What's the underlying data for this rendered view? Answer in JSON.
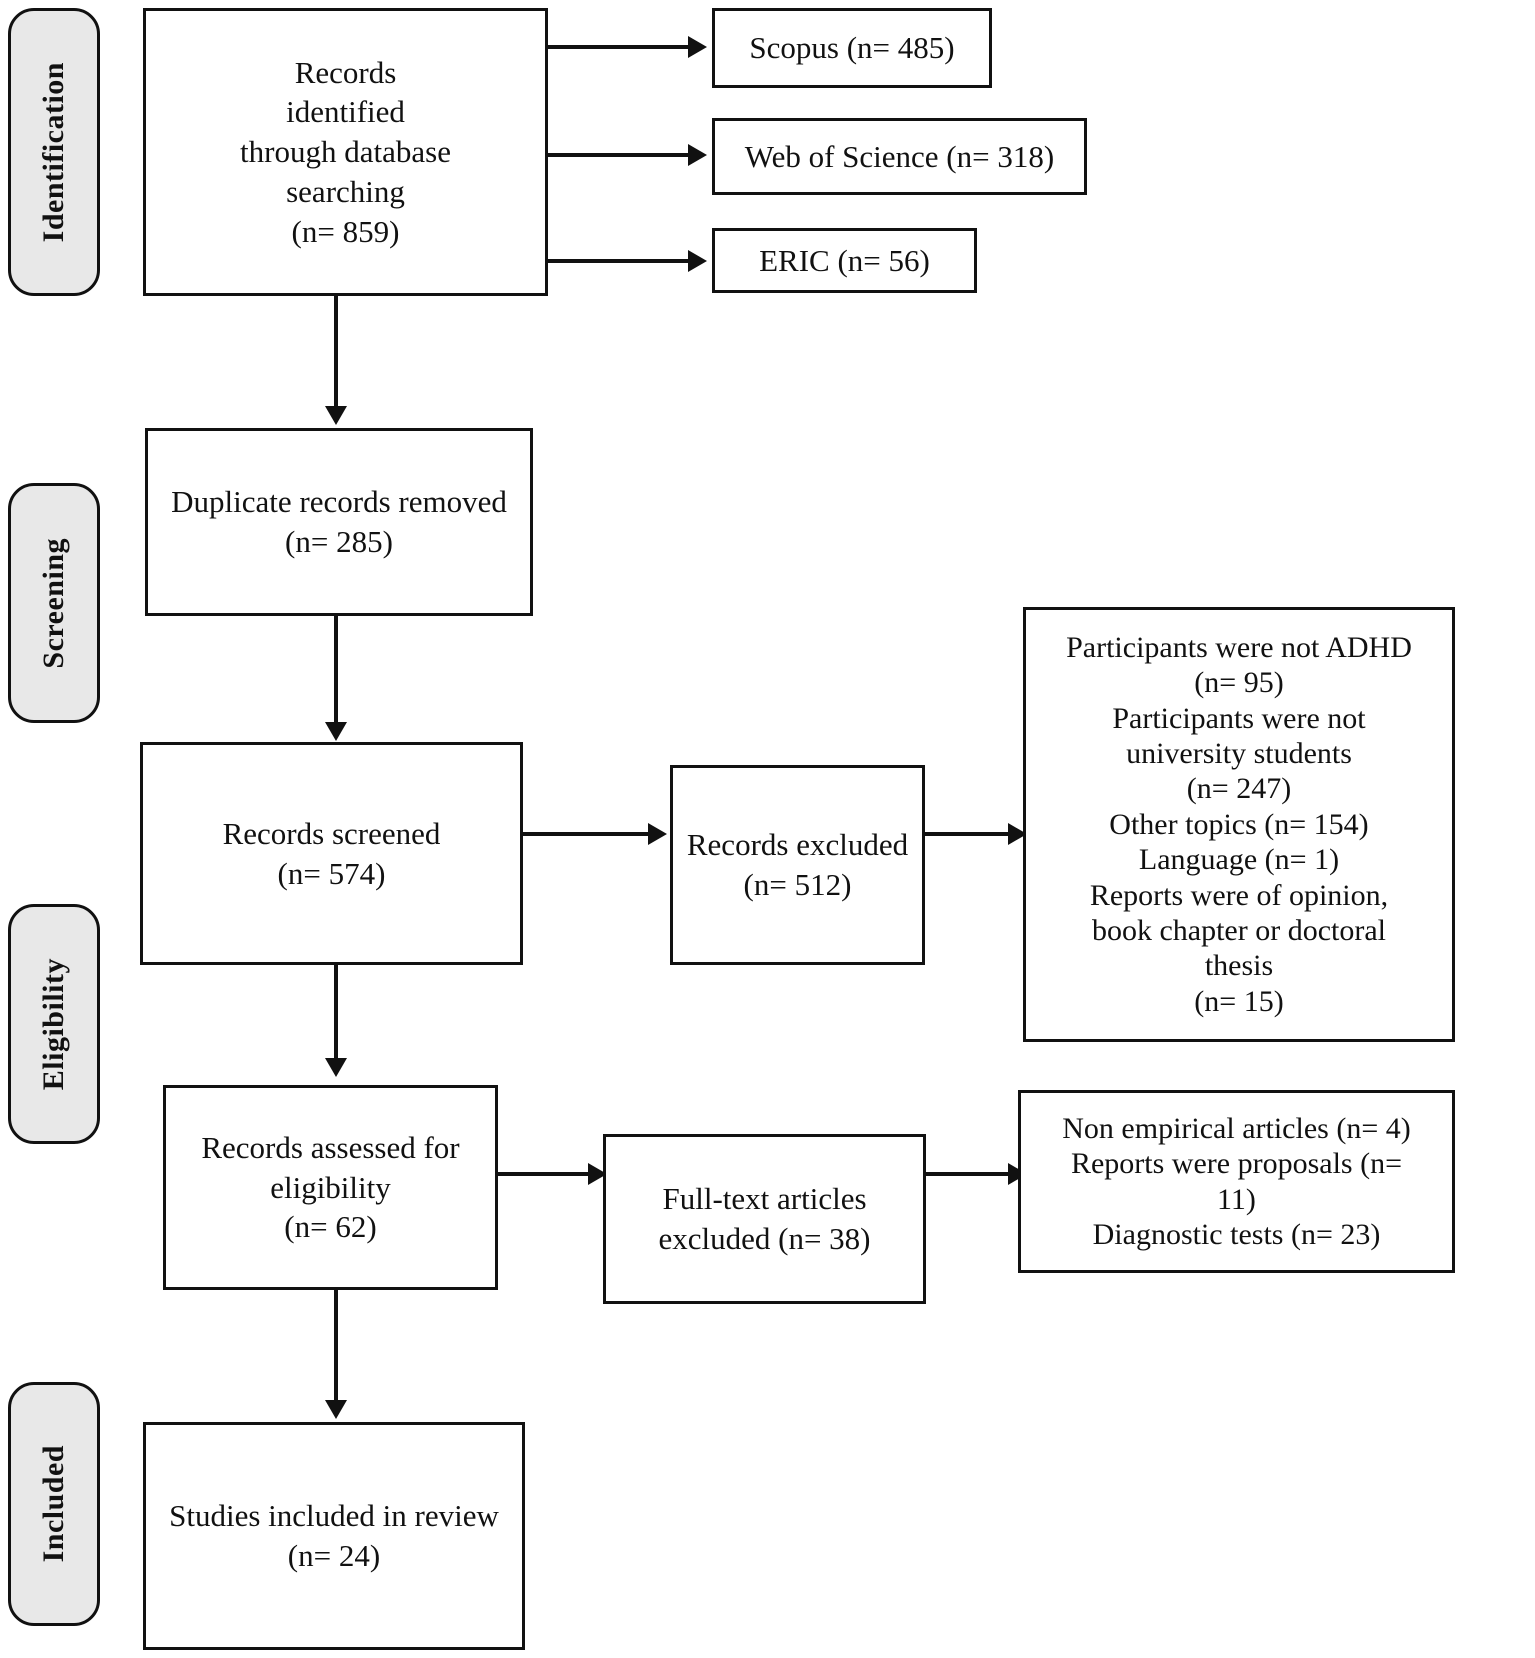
{
  "diagram": {
    "title": "PRISMA flow diagram",
    "type": "prisma-flow",
    "accent_color": "#111111",
    "pill_fill": "#e8e8e8",
    "box_fill": "#ffffff"
  },
  "phases": [
    {
      "id": "identification",
      "label": "Identification"
    },
    {
      "id": "screening",
      "label": "Screening"
    },
    {
      "id": "eligibility",
      "label": "Eligibility"
    },
    {
      "id": "included",
      "label": "Included"
    }
  ],
  "boxes": {
    "records_identified": {
      "text": "Records\nidentified\nthrough database\nsearching\n(n= 859)"
    },
    "scopus": {
      "text": "Scopus (n= 485)"
    },
    "web_of_science": {
      "text": "Web of Science (n= 318)"
    },
    "eric": {
      "text": "ERIC (n= 56)"
    },
    "duplicates_removed": {
      "text": "Duplicate records removed\n(n= 285)"
    },
    "records_screened": {
      "text": "Records screened\n(n= 574)"
    },
    "records_excluded": {
      "text": "Records excluded\n(n= 512)"
    },
    "screening_exclusion_reasons": {
      "text": "Participants were not ADHD\n(n= 95)\nParticipants were not\nuniversity students\n(n= 247)\nOther topics (n= 154)\nLanguage (n= 1)\nReports were of opinion,\nbook chapter or doctoral\nthesis\n(n= 15)"
    },
    "records_assessed": {
      "text": "Records assessed for\neligibility\n(n= 62)"
    },
    "fulltext_excluded": {
      "text": "Full-text articles\nexcluded (n= 38)"
    },
    "eligibility_exclusion_reasons": {
      "text": "Non empirical articles (n= 4)\nReports were proposals (n=\n11)\nDiagnostic tests (n= 23)"
    },
    "studies_included": {
      "text": "Studies included in review\n(n= 24)"
    }
  },
  "counts": {
    "records_identified": 859,
    "scopus": 485,
    "web_of_science": 318,
    "eric": 56,
    "duplicates_removed": 285,
    "records_screened": 574,
    "records_excluded": 512,
    "not_adhd": 95,
    "not_university_students": 247,
    "other_topics": 154,
    "language": 1,
    "opinion_book_thesis": 15,
    "records_assessed": 62,
    "fulltext_excluded": 38,
    "non_empirical": 4,
    "proposals": 11,
    "diagnostic_tests": 23,
    "studies_included": 24
  }
}
